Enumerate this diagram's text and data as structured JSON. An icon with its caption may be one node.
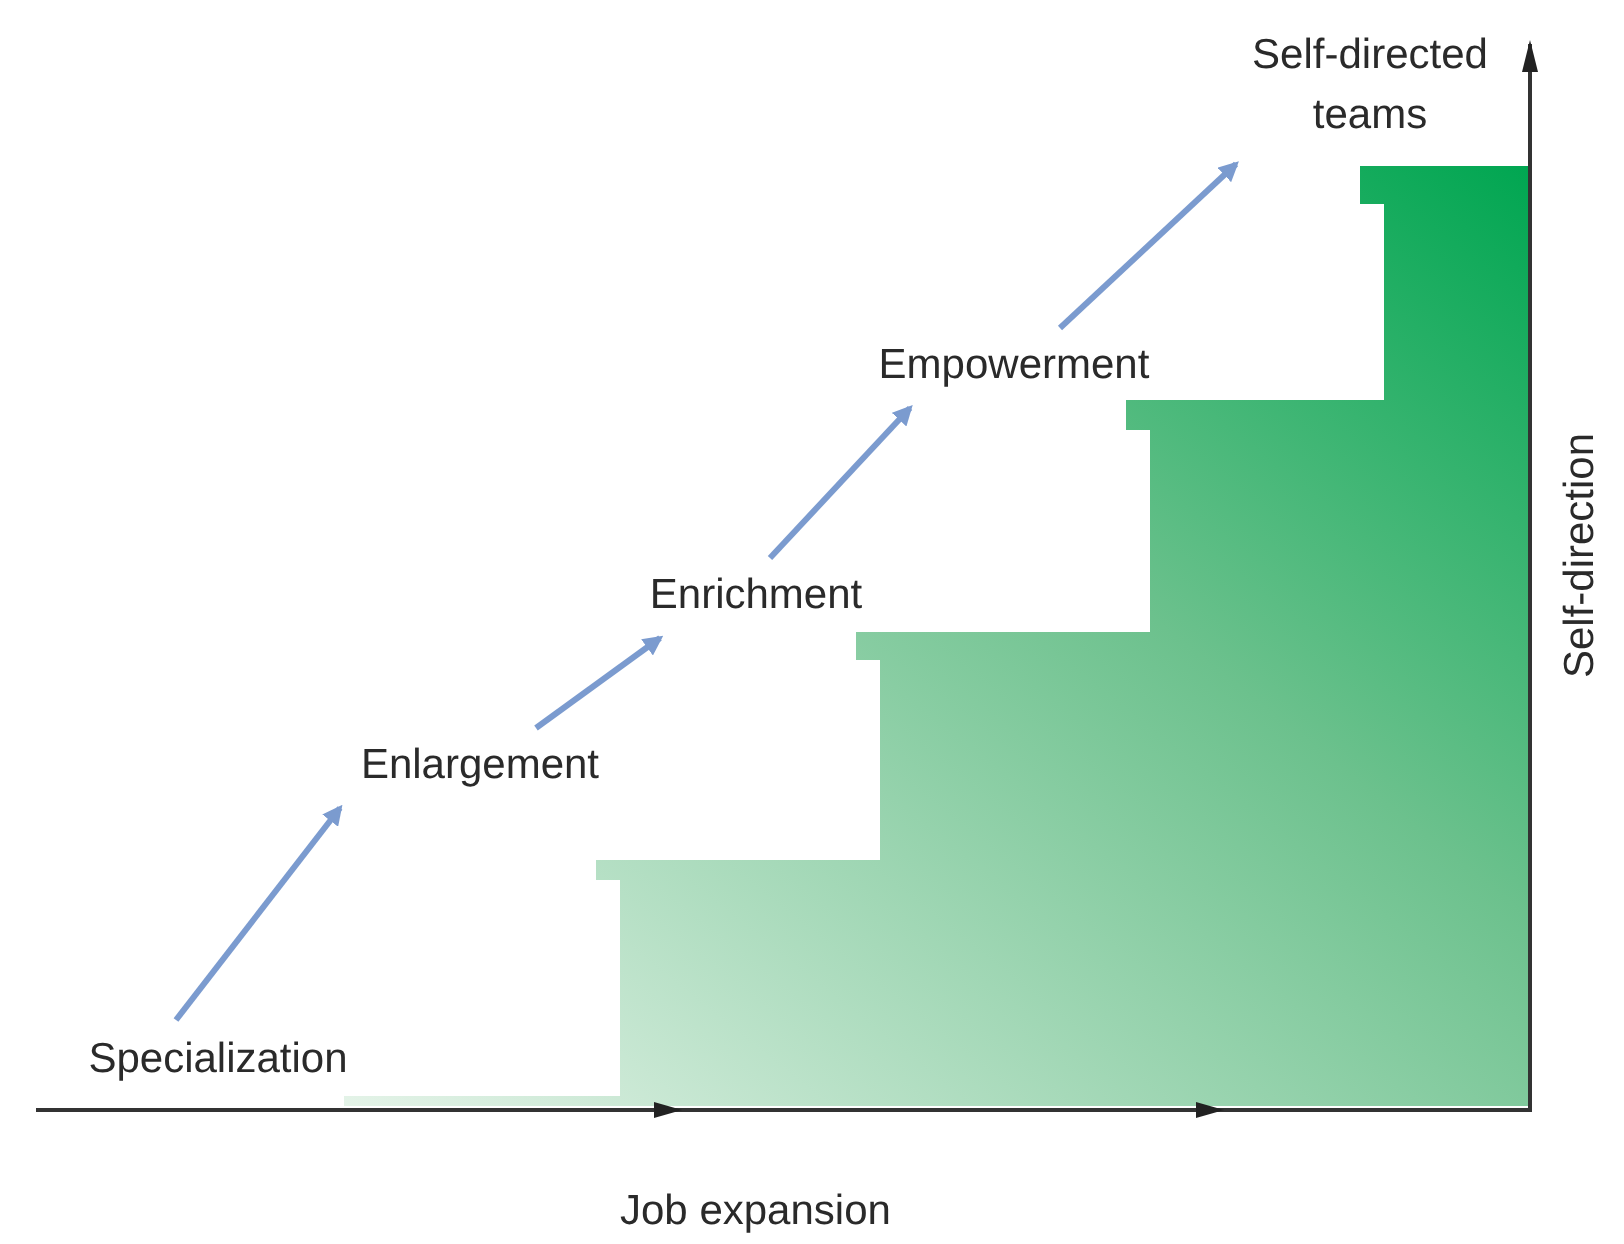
{
  "diagram": {
    "nodes": [
      {
        "text": [
          "Specialization"
        ]
      },
      {
        "text": [
          "Enlargement"
        ]
      },
      {
        "text": [
          "Enrichment"
        ]
      },
      {
        "text": [
          "Empowerment"
        ]
      },
      {
        "text": [
          "Self-directed teams"
        ]
      }
    ],
    "edges": [
      {
        "from": 0,
        "to": 1,
        "arrow": "to"
      },
      {
        "from": 1,
        "to": 2,
        "arrow": "to"
      },
      {
        "from": 2,
        "to": 3,
        "arrow": "to"
      },
      {
        "from": 3,
        "to": 4,
        "arrow": "to"
      }
    ],
    "labels": [
      "Job expansion",
      "Self-direction"
    ]
  }
}
